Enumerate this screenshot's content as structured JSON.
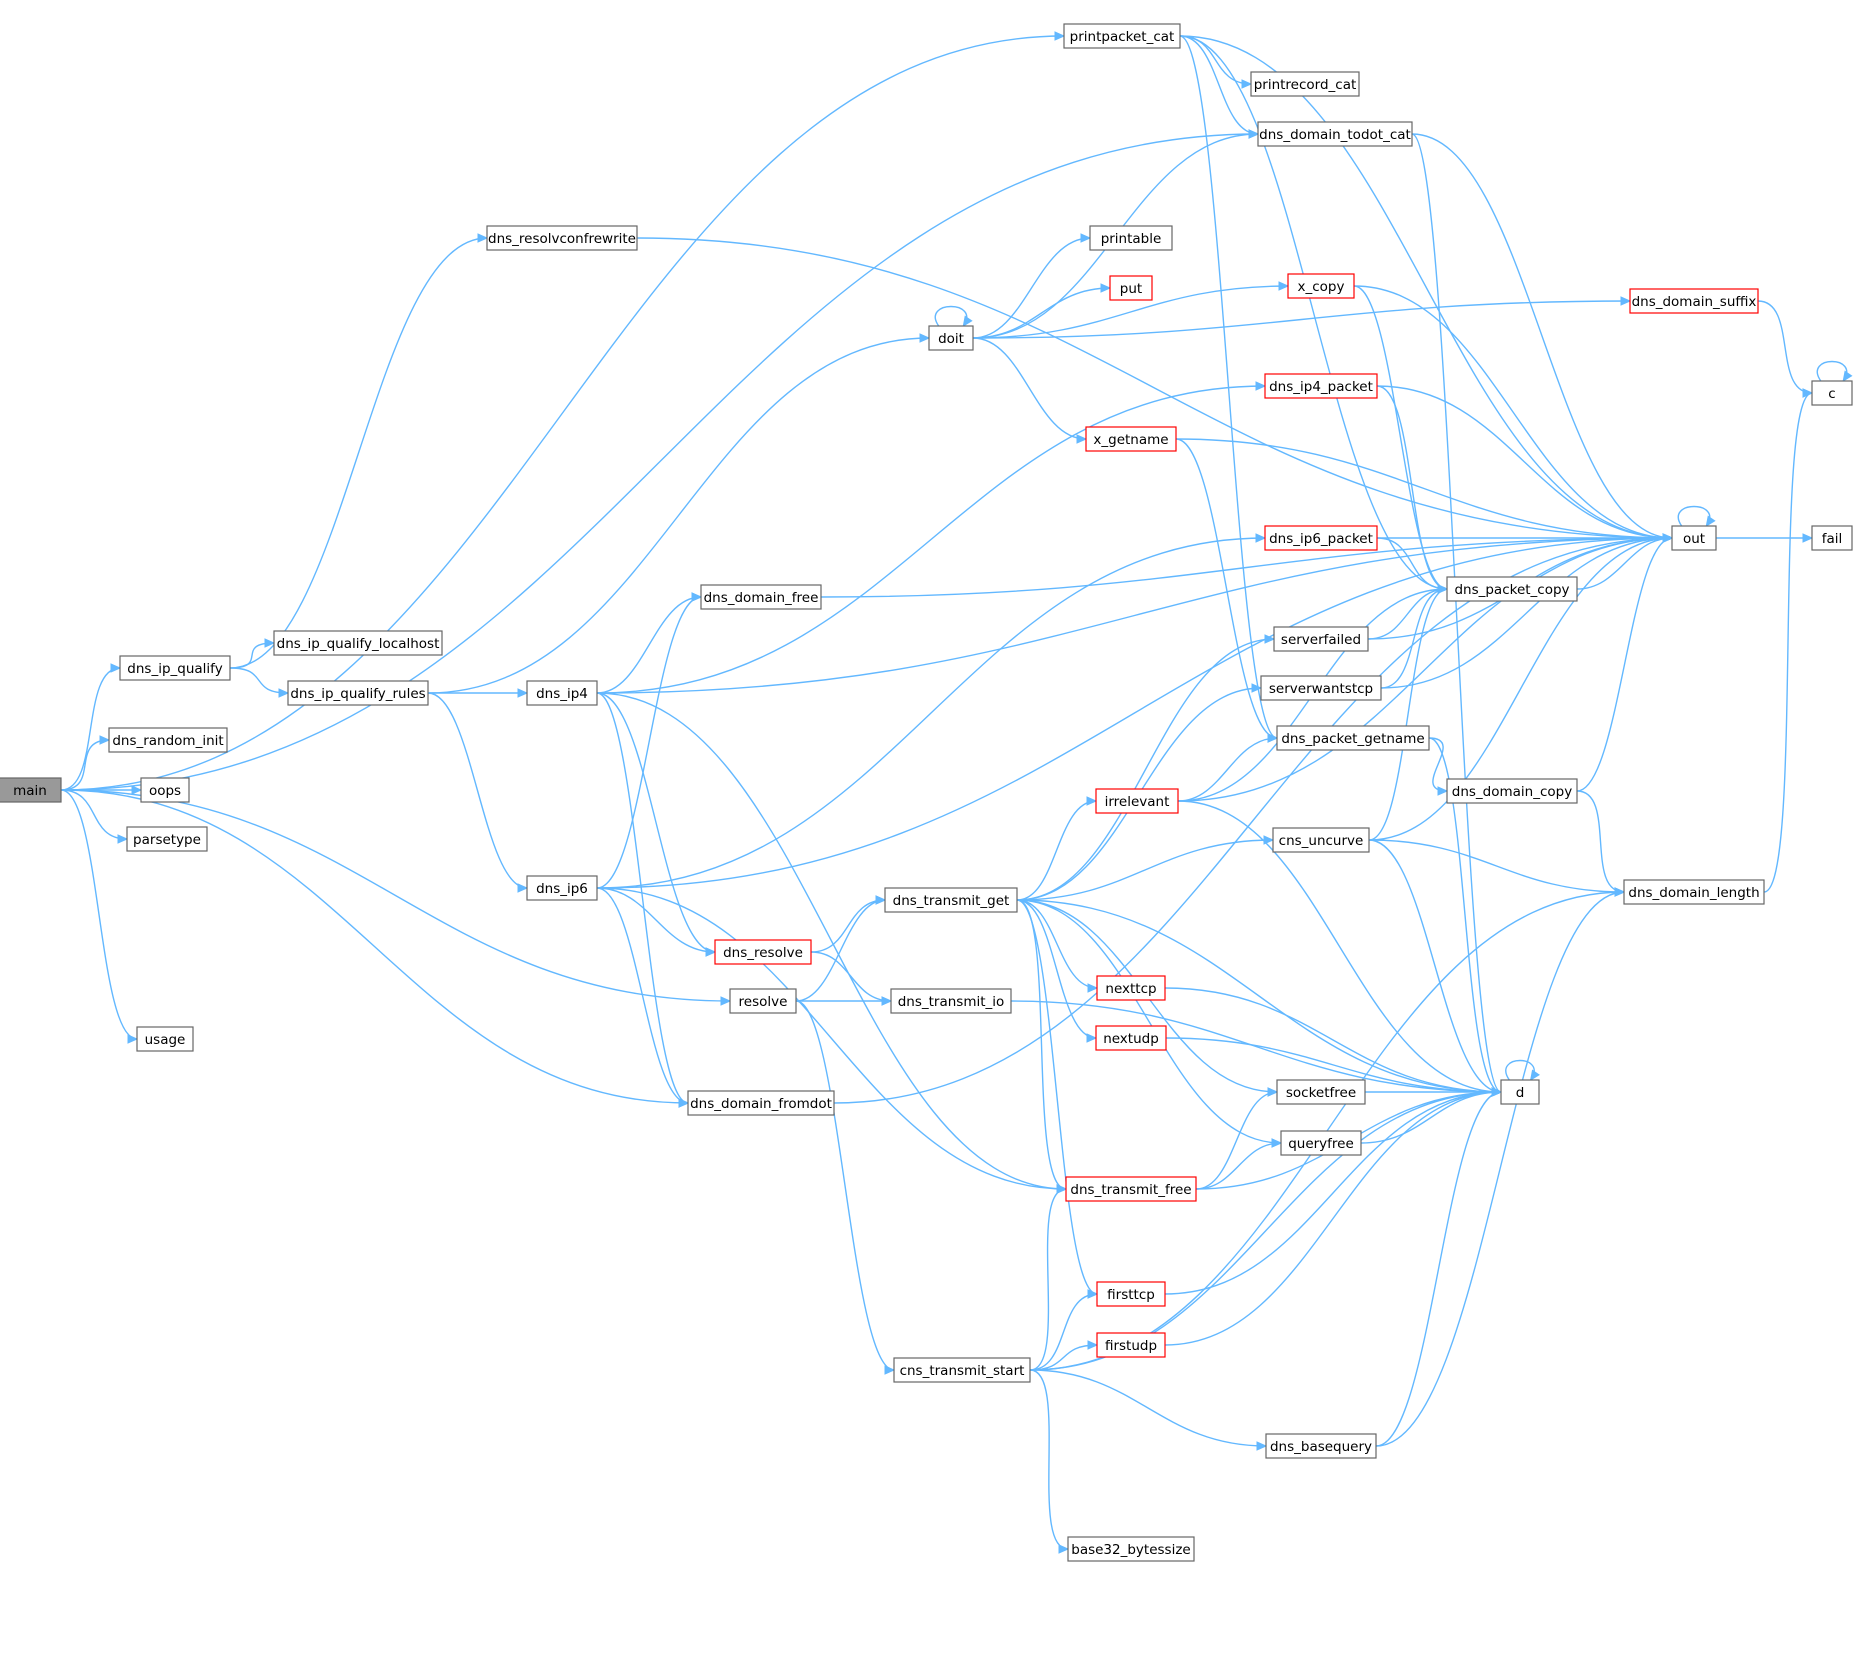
{
  "colors": {
    "edge": "#63b8ff",
    "node_border": "#666666",
    "node_border_truncated": "#ff0000",
    "current_node_fill": "#999999",
    "background": "#ffffff"
  },
  "nodes": [
    {
      "id": "main",
      "label": "main",
      "current": true
    },
    {
      "id": "dns_ip_qualify",
      "label": "dns_ip_qualify"
    },
    {
      "id": "dns_random_init",
      "label": "dns_random_init"
    },
    {
      "id": "oops",
      "label": "oops"
    },
    {
      "id": "parsetype",
      "label": "parsetype"
    },
    {
      "id": "usage",
      "label": "usage"
    },
    {
      "id": "printpacket_cat",
      "label": "printpacket_cat"
    },
    {
      "id": "dns_resolvconfrewrite",
      "label": "dns_resolvconfrewrite"
    },
    {
      "id": "dns_ip_qualify_localhost",
      "label": "dns_ip_qualify_localhost"
    },
    {
      "id": "dns_ip_qualify_rules",
      "label": "dns_ip_qualify_rules"
    },
    {
      "id": "dns_ip4",
      "label": "dns_ip4"
    },
    {
      "id": "dns_ip6",
      "label": "dns_ip6"
    },
    {
      "id": "resolve",
      "label": "resolve"
    },
    {
      "id": "dns_domain_fromdot",
      "label": "dns_domain_fromdot"
    },
    {
      "id": "dns_domain_free",
      "label": "dns_domain_free"
    },
    {
      "id": "dns_resolve",
      "label": "dns_resolve",
      "truncated": true
    },
    {
      "id": "doit",
      "label": "doit"
    },
    {
      "id": "printable",
      "label": "printable"
    },
    {
      "id": "put",
      "label": "put",
      "truncated": true
    },
    {
      "id": "x_getname",
      "label": "x_getname",
      "truncated": true
    },
    {
      "id": "dns_transmit_get",
      "label": "dns_transmit_get"
    },
    {
      "id": "dns_transmit_io",
      "label": "dns_transmit_io"
    },
    {
      "id": "nexttcp",
      "label": "nexttcp",
      "truncated": true
    },
    {
      "id": "nextudp",
      "label": "nextudp",
      "truncated": true
    },
    {
      "id": "dns_transmit_free",
      "label": "dns_transmit_free",
      "truncated": true
    },
    {
      "id": "firsttcp",
      "label": "firsttcp",
      "truncated": true
    },
    {
      "id": "firstudp",
      "label": "firstudp",
      "truncated": true
    },
    {
      "id": "cns_transmit_start",
      "label": "cns_transmit_start"
    },
    {
      "id": "base32_bytessize",
      "label": "base32_bytessize"
    },
    {
      "id": "printrecord_cat",
      "label": "printrecord_cat"
    },
    {
      "id": "dns_domain_todot_cat",
      "label": "dns_domain_todot_cat"
    },
    {
      "id": "x_copy",
      "label": "x_copy",
      "truncated": true
    },
    {
      "id": "dns_ip4_packet",
      "label": "dns_ip4_packet",
      "truncated": true
    },
    {
      "id": "dns_ip6_packet",
      "label": "dns_ip6_packet",
      "truncated": true
    },
    {
      "id": "serverfailed",
      "label": "serverfailed"
    },
    {
      "id": "serverwantstcp",
      "label": "serverwantstcp"
    },
    {
      "id": "dns_packet_getname",
      "label": "dns_packet_getname"
    },
    {
      "id": "irrelevant",
      "label": "irrelevant",
      "truncated": true
    },
    {
      "id": "cns_uncurve",
      "label": "cns_uncurve"
    },
    {
      "id": "socketfree",
      "label": "socketfree"
    },
    {
      "id": "queryfree",
      "label": "queryfree"
    },
    {
      "id": "dns_basequery",
      "label": "dns_basequery"
    },
    {
      "id": "dns_packet_copy",
      "label": "dns_packet_copy"
    },
    {
      "id": "dns_domain_copy",
      "label": "dns_domain_copy"
    },
    {
      "id": "d",
      "label": "d"
    },
    {
      "id": "out",
      "label": "out"
    },
    {
      "id": "dns_domain_suffix",
      "label": "dns_domain_suffix",
      "truncated": true
    },
    {
      "id": "dns_domain_length",
      "label": "dns_domain_length"
    },
    {
      "id": "c",
      "label": "c"
    },
    {
      "id": "fail",
      "label": "fail"
    }
  ],
  "edges": [
    [
      "main",
      "printpacket_cat"
    ],
    [
      "main",
      "dns_domain_todot_cat"
    ],
    [
      "main",
      "dns_ip_qualify"
    ],
    [
      "main",
      "dns_random_init"
    ],
    [
      "main",
      "oops"
    ],
    [
      "main",
      "parsetype"
    ],
    [
      "main",
      "usage"
    ],
    [
      "main",
      "resolve"
    ],
    [
      "main",
      "dns_domain_fromdot"
    ],
    [
      "dns_ip_qualify",
      "dns_resolvconfrewrite"
    ],
    [
      "dns_ip_qualify",
      "dns_ip_qualify_localhost"
    ],
    [
      "dns_ip_qualify",
      "dns_ip_qualify_rules"
    ],
    [
      "dns_ip_qualify_rules",
      "doit"
    ],
    [
      "dns_ip_qualify_rules",
      "dns_ip4"
    ],
    [
      "dns_ip_qualify_rules",
      "dns_ip6"
    ],
    [
      "dns_resolvconfrewrite",
      "out"
    ],
    [
      "dns_ip4",
      "dns_ip4_packet"
    ],
    [
      "dns_ip4",
      "out"
    ],
    [
      "dns_ip4",
      "dns_domain_free"
    ],
    [
      "dns_ip4",
      "dns_resolve"
    ],
    [
      "dns_ip4",
      "dns_domain_fromdot"
    ],
    [
      "dns_ip4",
      "dns_transmit_free"
    ],
    [
      "dns_ip6",
      "dns_domain_free"
    ],
    [
      "dns_ip6",
      "dns_ip6_packet"
    ],
    [
      "dns_ip6",
      "dns_resolve"
    ],
    [
      "dns_ip6",
      "dns_domain_fromdot"
    ],
    [
      "dns_ip6",
      "dns_transmit_free"
    ],
    [
      "dns_ip6",
      "out"
    ],
    [
      "dns_domain_free",
      "out"
    ],
    [
      "dns_resolve",
      "dns_transmit_get"
    ],
    [
      "dns_resolve",
      "dns_transmit_io"
    ],
    [
      "resolve",
      "dns_transmit_get"
    ],
    [
      "resolve",
      "dns_transmit_io"
    ],
    [
      "resolve",
      "cns_transmit_start"
    ],
    [
      "dns_domain_fromdot",
      "out"
    ],
    [
      "doit",
      "doit"
    ],
    [
      "doit",
      "printable"
    ],
    [
      "doit",
      "put"
    ],
    [
      "doit",
      "x_getname"
    ],
    [
      "doit",
      "x_copy"
    ],
    [
      "doit",
      "dns_domain_todot_cat"
    ],
    [
      "doit",
      "dns_domain_suffix"
    ],
    [
      "x_getname",
      "dns_packet_getname"
    ],
    [
      "x_getname",
      "out"
    ],
    [
      "printpacket_cat",
      "printrecord_cat"
    ],
    [
      "printpacket_cat",
      "dns_domain_todot_cat"
    ],
    [
      "printpacket_cat",
      "dns_packet_copy"
    ],
    [
      "printpacket_cat",
      "out"
    ],
    [
      "printpacket_cat",
      "dns_packet_getname"
    ],
    [
      "dns_domain_todot_cat",
      "out"
    ],
    [
      "dns_domain_todot_cat",
      "d"
    ],
    [
      "x_copy",
      "out"
    ],
    [
      "x_copy",
      "dns_packet_copy"
    ],
    [
      "dns_ip4_packet",
      "out"
    ],
    [
      "dns_ip4_packet",
      "dns_packet_copy"
    ],
    [
      "dns_ip6_packet",
      "out"
    ],
    [
      "dns_ip6_packet",
      "dns_packet_copy"
    ],
    [
      "dns_transmit_get",
      "serverfailed"
    ],
    [
      "dns_transmit_get",
      "serverwantstcp"
    ],
    [
      "dns_transmit_get",
      "irrelevant"
    ],
    [
      "dns_transmit_get",
      "cns_uncurve"
    ],
    [
      "dns_transmit_get",
      "nexttcp"
    ],
    [
      "dns_transmit_get",
      "nextudp"
    ],
    [
      "dns_transmit_get",
      "socketfree"
    ],
    [
      "dns_transmit_get",
      "queryfree"
    ],
    [
      "dns_transmit_get",
      "dns_transmit_free"
    ],
    [
      "dns_transmit_get",
      "firsttcp"
    ],
    [
      "dns_transmit_get",
      "d"
    ],
    [
      "dns_transmit_io",
      "d"
    ],
    [
      "nexttcp",
      "d"
    ],
    [
      "nextudp",
      "d"
    ],
    [
      "dns_transmit_free",
      "socketfree"
    ],
    [
      "dns_transmit_free",
      "queryfree"
    ],
    [
      "dns_transmit_free",
      "d"
    ],
    [
      "firsttcp",
      "d"
    ],
    [
      "firstudp",
      "d"
    ],
    [
      "cns_transmit_start",
      "dns_transmit_free"
    ],
    [
      "cns_transmit_start",
      "firsttcp"
    ],
    [
      "cns_transmit_start",
      "firstudp"
    ],
    [
      "cns_transmit_start",
      "dns_basequery"
    ],
    [
      "cns_transmit_start",
      "base32_bytessize"
    ],
    [
      "cns_transmit_start",
      "dns_domain_length"
    ],
    [
      "cns_transmit_start",
      "d"
    ],
    [
      "serverfailed",
      "dns_packet_copy"
    ],
    [
      "serverfailed",
      "out"
    ],
    [
      "serverwantstcp",
      "dns_packet_copy"
    ],
    [
      "serverwantstcp",
      "out"
    ],
    [
      "dns_packet_getname",
      "dns_domain_copy"
    ],
    [
      "dns_packet_getname",
      "d"
    ],
    [
      "irrelevant",
      "dns_packet_getname"
    ],
    [
      "irrelevant",
      "dns_packet_copy"
    ],
    [
      "irrelevant",
      "out"
    ],
    [
      "irrelevant",
      "d"
    ],
    [
      "cns_uncurve",
      "dns_packet_copy"
    ],
    [
      "cns_uncurve",
      "out"
    ],
    [
      "cns_uncurve",
      "dns_domain_length"
    ],
    [
      "cns_uncurve",
      "d"
    ],
    [
      "socketfree",
      "d"
    ],
    [
      "queryfree",
      "d"
    ],
    [
      "dns_basequery",
      "d"
    ],
    [
      "dns_basequery",
      "dns_domain_length"
    ],
    [
      "dns_packet_copy",
      "out"
    ],
    [
      "dns_domain_copy",
      "out"
    ],
    [
      "dns_domain_copy",
      "dns_domain_length"
    ],
    [
      "d",
      "d"
    ],
    [
      "out",
      "out"
    ],
    [
      "out",
      "fail"
    ],
    [
      "dns_domain_suffix",
      "c"
    ],
    [
      "dns_domain_length",
      "c"
    ],
    [
      "c",
      "c"
    ]
  ]
}
